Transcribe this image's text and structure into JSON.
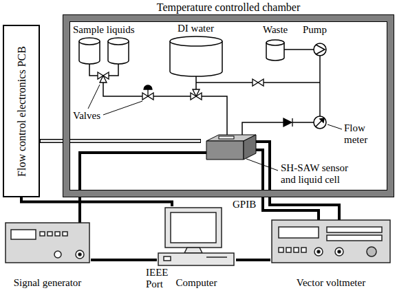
{
  "diagram": {
    "nodes": [
      {
        "text": [
          "Temperature controlled chamber"
        ]
      },
      {
        "text": [
          "Flow control electronics PCB"
        ]
      },
      {
        "text": [
          "Signal generator"
        ]
      },
      {
        "text": [
          "Computer"
        ]
      },
      {
        "text": [
          "Vector voltmeter"
        ]
      }
    ],
    "edges": [
      {
        "from": 1,
        "to": 3,
        "arrow": "none"
      },
      {
        "from": 2,
        "to": 3,
        "arrow": "none"
      },
      {
        "from": 3,
        "to": 4,
        "arrow": "none"
      }
    ],
    "labels": [
      "Sample liquids",
      "DI water",
      "Waste",
      "Pump",
      "Valves",
      "Flow meter",
      "SH-SAW sensor and liquid cell",
      "GPIB",
      "IEEE Port"
    ]
  }
}
